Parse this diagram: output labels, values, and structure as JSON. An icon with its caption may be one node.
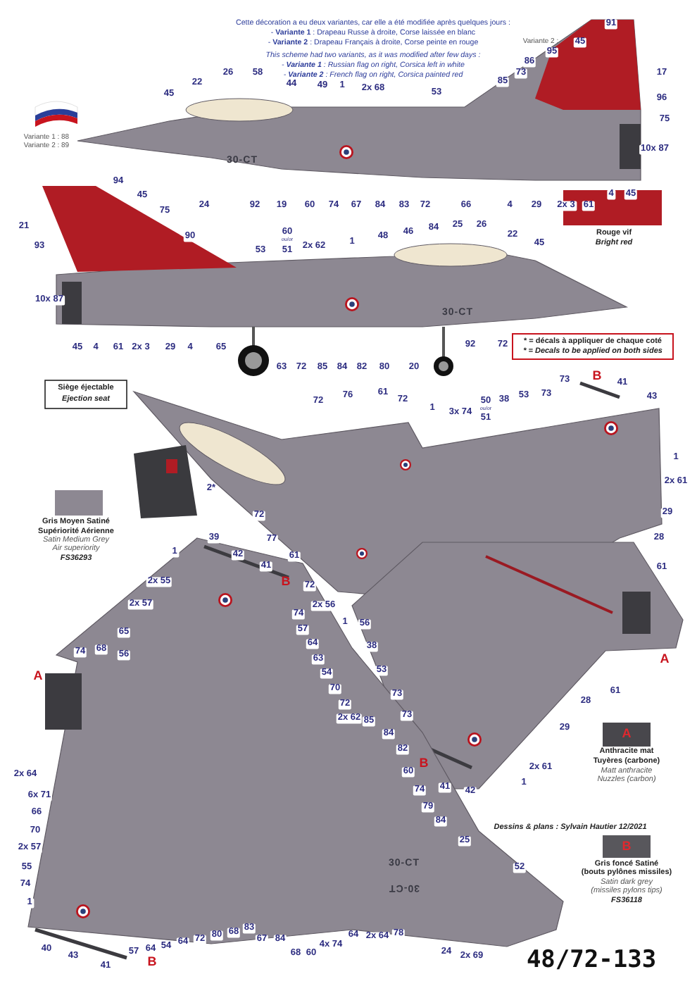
{
  "diagram": {
    "labels": [
      "Cette décoration a eu deux variantes, car elle a été modifiée après quelques jours :",
      "- **Variante 1** : Drapeau Russe à droite, Corse laissée en blanc",
      "- **Variante 2** : Drapeau Français à droite, Corse peinte en rouge",
      "This scheme had two variants, as it was modified after few days :",
      "- **Variante 1** : Russian flag on right, Corsica left in white",
      "- **Variante 2** : French flag on right, Corsica painted red",
      "91",
      "Variante 2 :",
      "45",
      "95",
      "86",
      "17",
      "26",
      "58",
      "73",
      "85",
      "22",
      "44",
      "49",
      "1",
      "2x 68",
      "53",
      "45",
      "96",
      "75",
      "Variante 1 : 88",
      "Variante 2 : 89",
      "10x 87",
      "30-CT",
      "24",
      "92",
      "19",
      "60",
      "74",
      "67",
      "84",
      "83",
      "72",
      "66",
      "4",
      "29",
      "2x 3",
      "61",
      "4",
      "45",
      "94",
      "45",
      "75",
      "21",
      "25",
      "26",
      "84",
      "46",
      "60",
      "22",
      "90",
      "48",
      "Bright red",
      "1",
      "ou/or",
      "45",
      "93",
      "2x 62",
      "51",
      "53",
      "10x 87",
      "30-CT",
      "* = décals à appliquer de chaque coté",
      "* = Decals to be applied on both sides",
      "92",
      "72",
      "45",
      "4",
      "61",
      "2x 3",
      "29",
      "4",
      "65",
      "63",
      "72",
      "85",
      "84",
      "82",
      "80",
      "20",
      "B",
      "73",
      "41",
      "Siège éjectable",
      "61",
      "53",
      "76",
      "73",
      "43",
      "38",
      "72",
      "72",
      "Ejection seat",
      "50",
      "ou/or",
      "1",
      "3x 74",
      "51",
      "1",
      "2x 61",
      "2*",
      "29",
      "72",
      "Supériorité Aérienne",
      "Satin Medium Grey",
      "Air superiority",
      "FS36293",
      "28",
      "39",
      "77",
      "1",
      "42",
      "61",
      "41",
      "61",
      "B",
      "2x 55",
      "72",
      "2x 57",
      "2x 56",
      "74",
      "1",
      "56",
      "57",
      "65",
      "64",
      "38",
      "74",
      "68",
      "56",
      "63",
      "A",
      "53",
      "54",
      "A",
      "70",
      "61",
      "73",
      "28",
      "72",
      "73",
      "2x 62",
      "85",
      "29",
      "A",
      "84",
      "82",
      "Tuyères (carbone)",
      "B",
      "2x 61",
      "Matt anthracite",
      "60",
      "2x 64",
      "Nuzzles (carbon)",
      "1",
      "41",
      "74",
      "42",
      "6x 71",
      "79",
      "66",
      "Dessins & plans : Sylvain Hautier 12/2021",
      "84",
      "70",
      "25",
      "B",
      "2x 57",
      "30-CT",
      "55",
      "52",
      "(bouts pylônes missiles)",
      "Satin dark grey",
      "74",
      "30-CT",
      "(missiles pylons tips)",
      "FS36118",
      "1",
      "64",
      "80",
      "2x 64",
      "78",
      "72",
      "83",
      "67",
      "84",
      "64",
      "4x 74",
      "54",
      "40",
      "64",
      "57",
      "24",
      "60",
      "68",
      "43",
      "68",
      "2x 69",
      "B",
      "41",
      "48/72-133"
    ],
    "legend": [
      {
        "text": "Rouge vif",
        "color": "#b01c24"
      },
      {
        "text": "Gris Moyen Satiné",
        "color": "#8d8892"
      },
      {
        "text": "Anthracite mat",
        "color": "#48474c"
      },
      {
        "text": "Gris foncé Satiné",
        "color": "#58575c"
      }
    ]
  }
}
